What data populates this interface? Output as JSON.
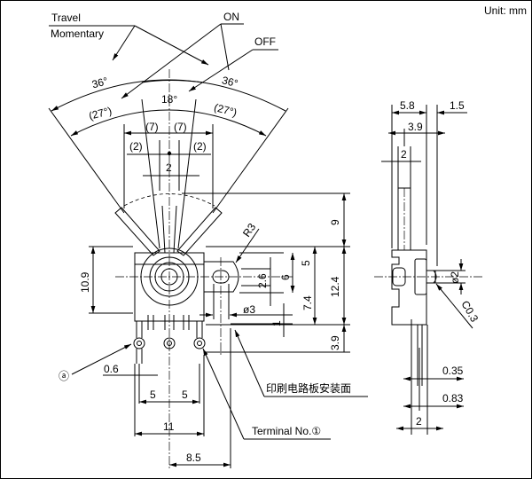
{
  "drawing": {
    "unit_label": "Unit: mm",
    "callouts": {
      "travel": "Travel",
      "momentary": "Momentary",
      "on": "ON",
      "off": "OFF",
      "pcb_mounting_surface": "印刷电路板安装面",
      "terminal_no": "Terminal No.①",
      "marker_a": "ⓐ"
    },
    "front_view": {
      "angle_outer_left": "36°",
      "angle_outer_right": "36°",
      "angle_center": "18°",
      "angle_inner_left": "(27°)",
      "angle_inner_right": "(27°)",
      "dim_7_left": "(7)",
      "dim_7_right": "(7)",
      "dim_2_left": "(2)",
      "dim_2_right": "(2)",
      "dim_2_center": "2",
      "radius": "R3",
      "height_body": "10.9",
      "dim_9": "9",
      "dim_5": "5",
      "dim_2_6": "2.6",
      "dim_6": "6",
      "dim_7_4": "7.4",
      "dim_12_4": "12.4",
      "hole_dia": "ø3",
      "dim_1": "1",
      "dim_3_9": "3.9",
      "dim_0_6": "0.6",
      "pitch_left": "5",
      "pitch_right": "5",
      "span_11": "11",
      "span_8_5": "8.5"
    },
    "side_view": {
      "dim_5_8": "5.8",
      "dim_1_5": "1.5",
      "dim_3_9": "3.9",
      "dim_2_top": "2",
      "shaft_dia": "ø2",
      "chamfer": "C0.3",
      "dim_0_35": "0.35",
      "dim_0_83": "0.83",
      "dim_2_bottom": "2"
    }
  }
}
